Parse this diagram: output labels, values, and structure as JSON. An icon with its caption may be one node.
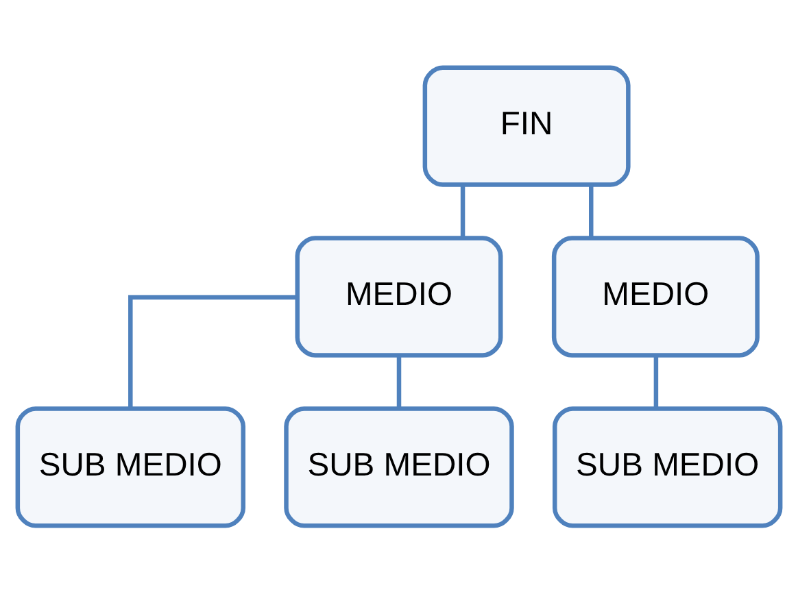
{
  "diagram": {
    "nodes": [
      {
        "text": [
          "FIN"
        ]
      },
      {
        "text": [
          "MEDIO"
        ]
      },
      {
        "text": [
          "MEDIO"
        ]
      },
      {
        "text": [
          "SUB MEDIO"
        ]
      },
      {
        "text": [
          "SUB MEDIO"
        ]
      },
      {
        "text": [
          "SUB MEDIO"
        ]
      }
    ],
    "edges": [
      {
        "from": 0,
        "to": 1,
        "arrow": "none"
      },
      {
        "from": 0,
        "to": 2,
        "arrow": "none"
      },
      {
        "from": 1,
        "to": 3,
        "arrow": "none"
      },
      {
        "from": 1,
        "to": 4,
        "arrow": "none"
      },
      {
        "from": 2,
        "to": 5,
        "arrow": "none"
      }
    ]
  }
}
